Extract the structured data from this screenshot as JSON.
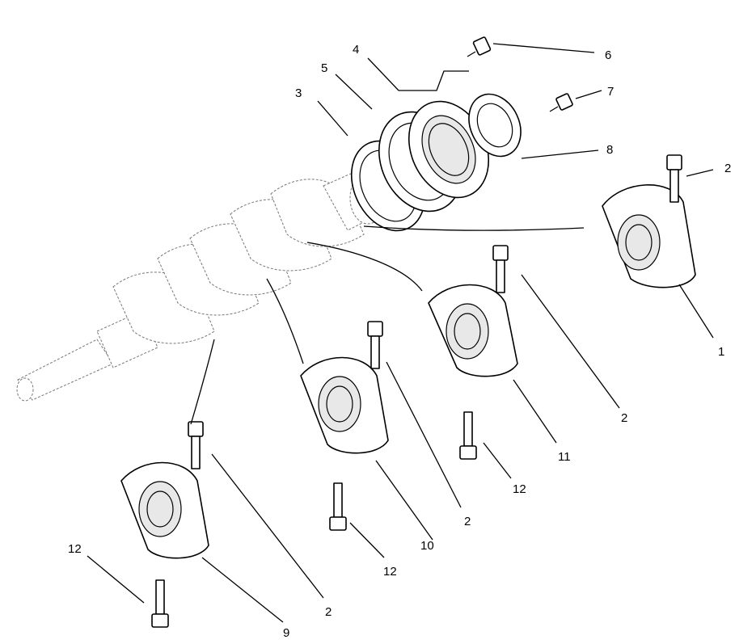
{
  "callouts": [
    {
      "id": "1a",
      "label": "1"
    },
    {
      "id": "2a",
      "label": "2"
    },
    {
      "id": "2b",
      "label": "2"
    },
    {
      "id": "2c",
      "label": "2"
    },
    {
      "id": "2d",
      "label": "2"
    },
    {
      "id": "3",
      "label": "3"
    },
    {
      "id": "4",
      "label": "4"
    },
    {
      "id": "5",
      "label": "5"
    },
    {
      "id": "6",
      "label": "6"
    },
    {
      "id": "7",
      "label": "7"
    },
    {
      "id": "8",
      "label": "8"
    },
    {
      "id": "9",
      "label": "9"
    },
    {
      "id": "10",
      "label": "10"
    },
    {
      "id": "11",
      "label": "11"
    },
    {
      "id": "12a",
      "label": "12"
    },
    {
      "id": "12b",
      "label": "12"
    },
    {
      "id": "12c",
      "label": "12"
    }
  ]
}
